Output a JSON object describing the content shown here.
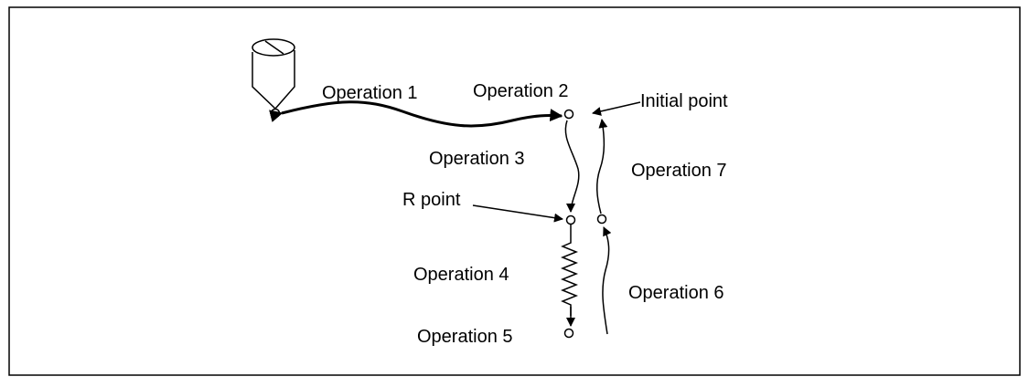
{
  "labels": {
    "op1": "Operation 1",
    "op2": "Operation 2",
    "op3": "Operation 3",
    "op4": "Operation 4",
    "op5": "Operation 5",
    "op6": "Operation 6",
    "op7": "Operation 7",
    "initial_point": "Initial point",
    "r_point": "R point"
  },
  "colors": {
    "line": "#000000",
    "background": "#ffffff"
  }
}
